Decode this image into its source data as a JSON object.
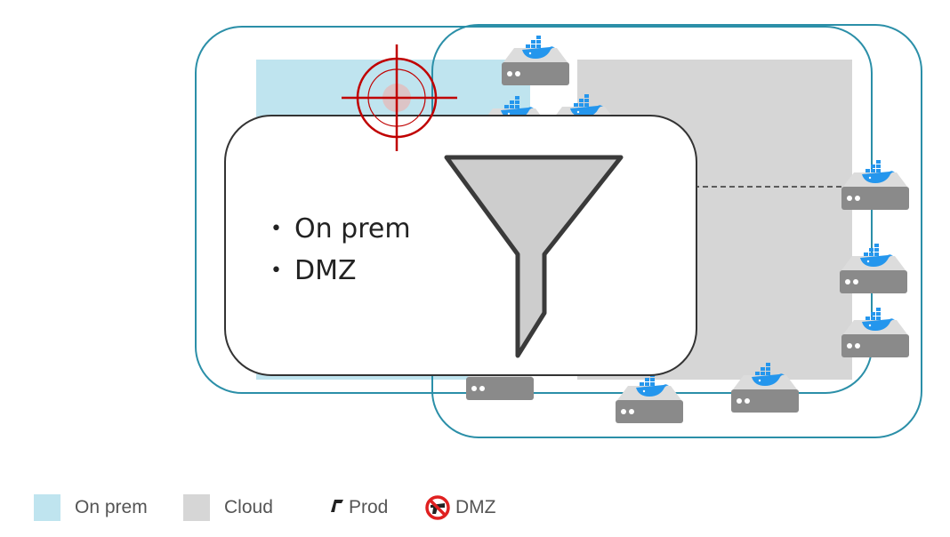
{
  "filter_panel": {
    "items": [
      "On prem",
      "DMZ"
    ]
  },
  "legend": {
    "on_prem": "On prem",
    "cloud": "Cloud",
    "prod": "Prod",
    "dmz": "DMZ"
  },
  "colors": {
    "on_prem": "#bfe4ef",
    "cloud": "#d6d6d6",
    "boundary": "#2b8fa8",
    "target": "#c00000",
    "dmz_icon": "#e02020",
    "server": "#8a8a8a",
    "docker": "#2496ed"
  },
  "icons": [
    "docker-server-icon",
    "target-crosshair-icon",
    "funnel-icon",
    "gun-icon",
    "no-gun-icon"
  ]
}
